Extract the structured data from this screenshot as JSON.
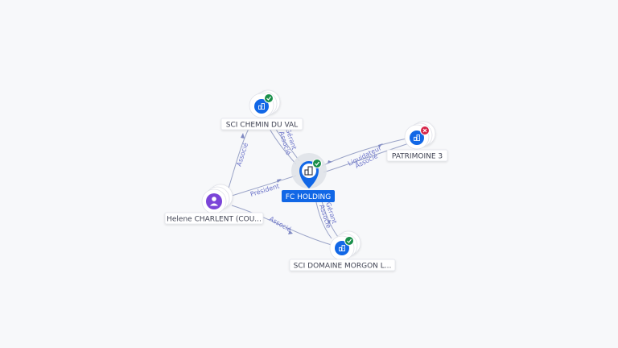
{
  "nodes": {
    "sci_chemin_du_val": {
      "label": "SCI CHEMIN DU VAL",
      "icon": "building-icon",
      "status": "active",
      "color": "#1167e6"
    },
    "patrimoine_3": {
      "label": "PATRIMOINE 3",
      "icon": "building-icon",
      "status": "inactive",
      "color": "#1167e6"
    },
    "fc_holding": {
      "label": "FC HOLDING",
      "icon": "building-icon",
      "status": "active",
      "color": "#1167e6"
    },
    "helene_charlent": {
      "label": "Helene CHARLENT (COU...",
      "icon": "person-icon",
      "color": "#7b45d8"
    },
    "sci_domaine_morgon": {
      "label": "SCI DOMAINE MORGON L...",
      "icon": "building-icon",
      "status": "active",
      "color": "#1167e6"
    }
  },
  "edges": {
    "helene_to_chemin": "Associé",
    "helene_to_fc": "Président",
    "helene_to_morgon": "Associé",
    "fc_to_chemin_gerant": "Gérant",
    "fc_to_chemin_associe": "Associé",
    "fc_to_patrimoine_liquidateur": "Liquidateur",
    "fc_to_patrimoine_associe": "Associé",
    "fc_to_morgon_gerant": "Gérant",
    "fc_to_morgon_associe": "Associé"
  },
  "colors": {
    "primary": "#1167e6",
    "person": "#7b45d8",
    "active_badge": "#1a8f4a",
    "inactive_badge": "#d6264a",
    "edge": "#9aa3c7",
    "edge_label": "#6b73c9"
  }
}
